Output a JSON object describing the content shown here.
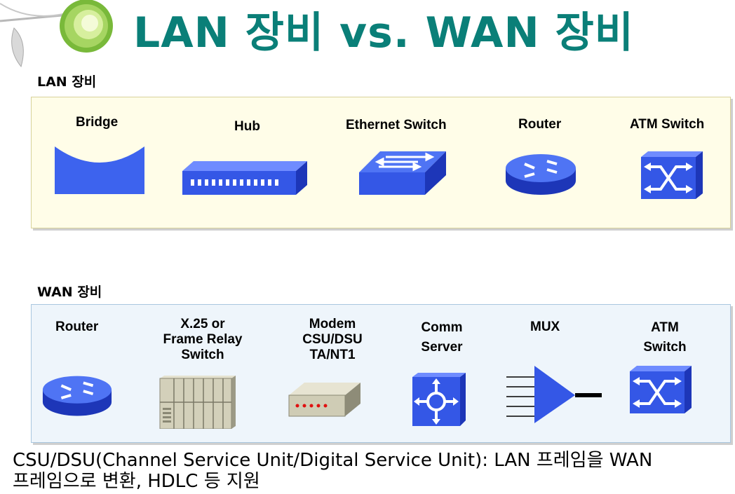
{
  "title": "LAN 장비 vs. WAN 장비",
  "lan": {
    "label": "LAN 장비",
    "devices": [
      "Bridge",
      "Hub",
      "Ethernet Switch",
      "Router",
      "ATM Switch"
    ]
  },
  "wan": {
    "label": "WAN 장비",
    "router": "Router",
    "x25_l1": "X.25 or",
    "x25_l2": "Frame Relay",
    "x25_l3": "Switch",
    "modem_l1": "Modem",
    "modem_l2": "CSU/DSU",
    "modem_l3": "TA/NT1",
    "comm_l1": "Comm",
    "comm_l2": "Server",
    "mux": "MUX",
    "atm_l1": "ATM",
    "atm_l2": "Switch"
  },
  "note_line1": "CSU/DSU(Channel Service Unit/Digital Service Unit): LAN 프레임을 WAN",
  "note_line2": "프레임으로 변환, HDLC 등 지원",
  "colors": {
    "title": "#0a7f78",
    "device_blue": "#2f55e8",
    "lan_panel": "#fffde8",
    "wan_panel": "#eef5fb"
  }
}
